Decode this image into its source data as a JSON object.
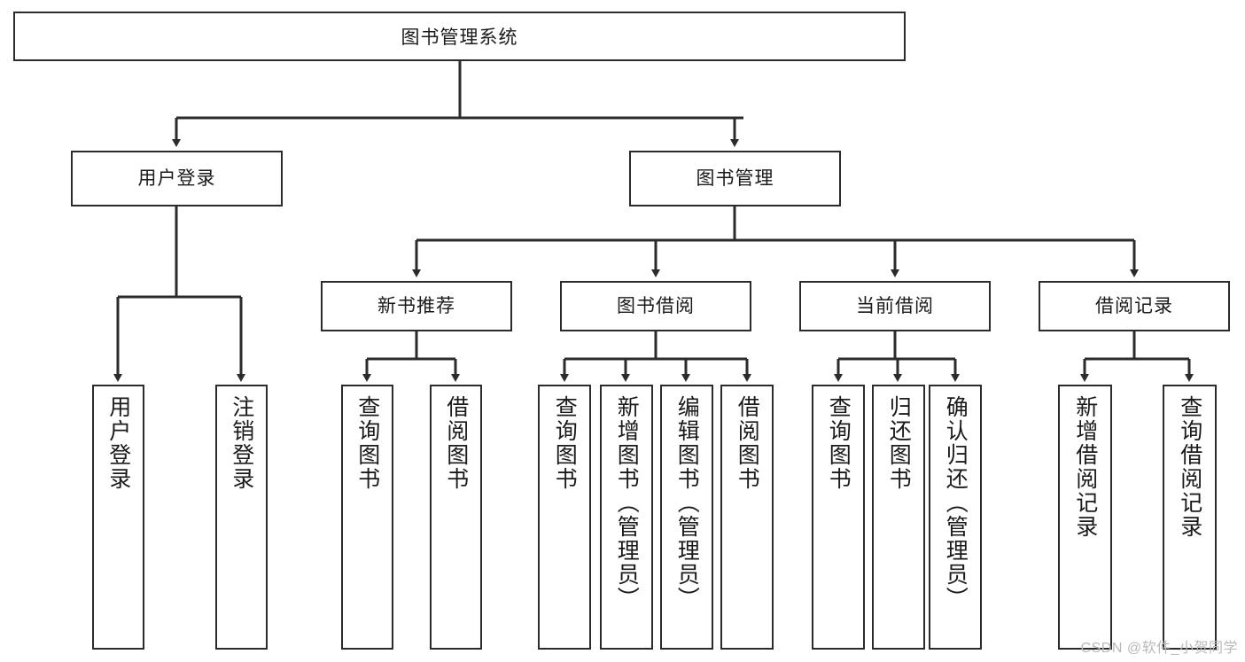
{
  "diagram": {
    "title": "图书管理系统",
    "watermark": "CSDN @软件_小贺同学",
    "colors": {
      "stroke": "#2b2b2b",
      "background": "#ffffff",
      "text": "#1a1a1a",
      "watermark": "#b9b9b9"
    },
    "nodes": {
      "root": {
        "label": "图书管理系统",
        "orientation": "horizontal"
      },
      "level2": [
        {
          "label": "用户登录",
          "orientation": "horizontal"
        },
        {
          "label": "图书管理",
          "orientation": "horizontal"
        }
      ],
      "level3": [
        {
          "label": "新书推荐",
          "orientation": "horizontal"
        },
        {
          "label": "图书借阅",
          "orientation": "horizontal"
        },
        {
          "label": "当前借阅",
          "orientation": "horizontal"
        },
        {
          "label": "借阅记录",
          "orientation": "horizontal"
        }
      ],
      "leaves_user_login": [
        {
          "label": "用户登录",
          "orientation": "vertical"
        },
        {
          "label": "注销登录",
          "orientation": "vertical"
        }
      ],
      "leaves_new_book": [
        {
          "label": "查询图书",
          "orientation": "vertical"
        },
        {
          "label": "借阅图书",
          "orientation": "vertical"
        }
      ],
      "leaves_borrow": [
        {
          "label": "查询图书",
          "orientation": "vertical"
        },
        {
          "label": "新增图书（管理员）",
          "orientation": "vertical"
        },
        {
          "label": "编辑图书（管理员）",
          "orientation": "vertical"
        },
        {
          "label": "借阅图书",
          "orientation": "vertical"
        }
      ],
      "leaves_current": [
        {
          "label": "查询图书",
          "orientation": "vertical"
        },
        {
          "label": "归还图书",
          "orientation": "vertical"
        },
        {
          "label": "确认归还（管理员）",
          "orientation": "vertical"
        }
      ],
      "leaves_records": [
        {
          "label": "新增借阅记录",
          "orientation": "vertical"
        },
        {
          "label": "查询借阅记录",
          "orientation": "vertical"
        }
      ]
    }
  }
}
